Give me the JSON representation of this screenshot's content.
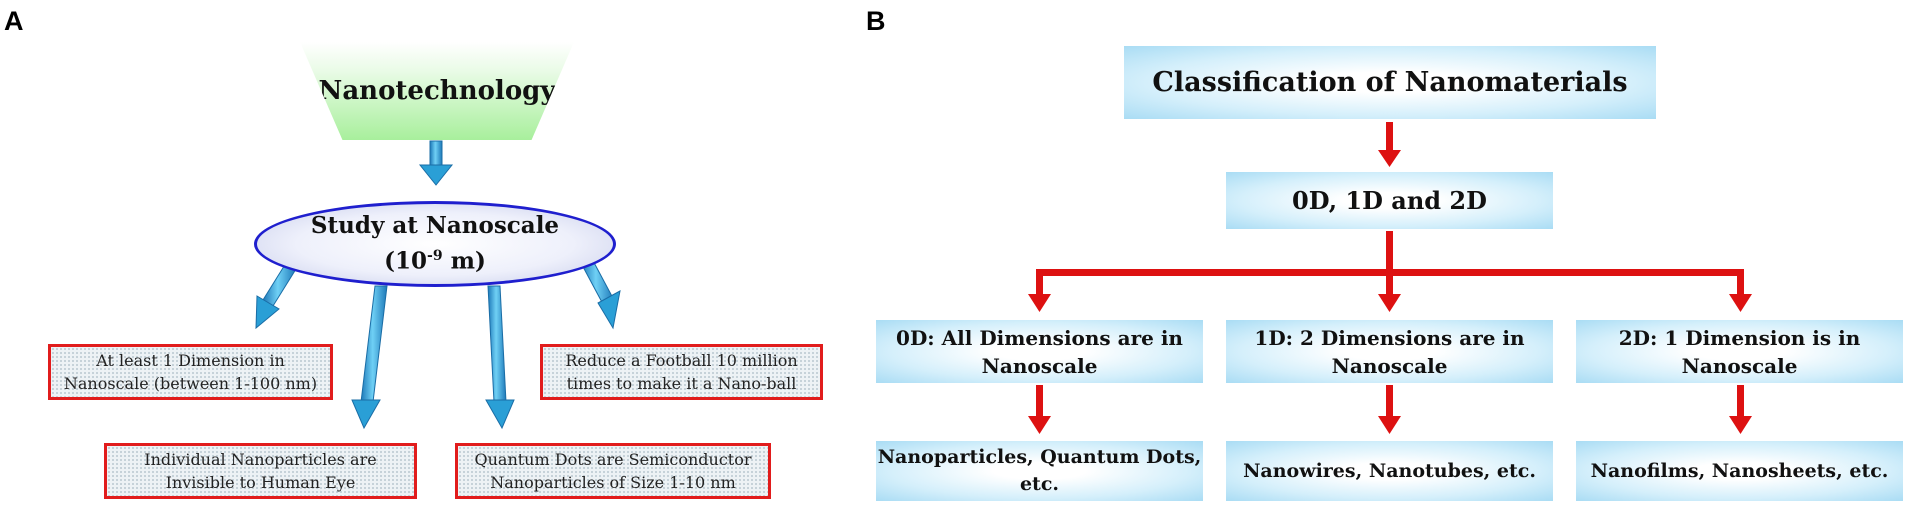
{
  "panel_a": {
    "label": "A",
    "top_node": "Nanotechnology",
    "center_node": {
      "line1": "Study at Nanoscale",
      "base": "(10",
      "exponent": "-9",
      "unit": " m)"
    },
    "facts": [
      {
        "line1": "At least 1 Dimension in",
        "line2": "Nanoscale (between 1-100 nm)"
      },
      {
        "line1": "Individual Nanoparticles are",
        "line2": "Invisible to Human Eye"
      },
      {
        "line1": "Quantum Dots are Semiconductor",
        "line2": "Nanoparticles of Size 1-10 nm"
      },
      {
        "line1": "Reduce a Football 10 million",
        "line2": "times to make it a Nano-ball"
      }
    ]
  },
  "panel_b": {
    "label": "B",
    "title": "Classification of Nanomaterials",
    "subtitle": "0D, 1D and 2D",
    "categories": [
      {
        "line1": "0D: All Dimensions are in",
        "line2": "Nanoscale",
        "examples_line1": "Nanoparticles, Quantum Dots,",
        "examples_line2": "etc."
      },
      {
        "line1": "1D: 2 Dimensions are in",
        "line2": "Nanoscale",
        "examples_line1": "Nanowires, Nanotubes, etc.",
        "examples_line2": ""
      },
      {
        "line1": "2D: 1 Dimension is in",
        "line2": "Nanoscale",
        "examples_line1": "Nanofilms, Nanosheets, etc.",
        "examples_line2": ""
      }
    ]
  },
  "colors": {
    "blue_arrow": "#2a9fd6",
    "red_arrow": "#dd1111",
    "ellipse_border": "#1f1fce",
    "fact_border": "#e11c1c"
  }
}
